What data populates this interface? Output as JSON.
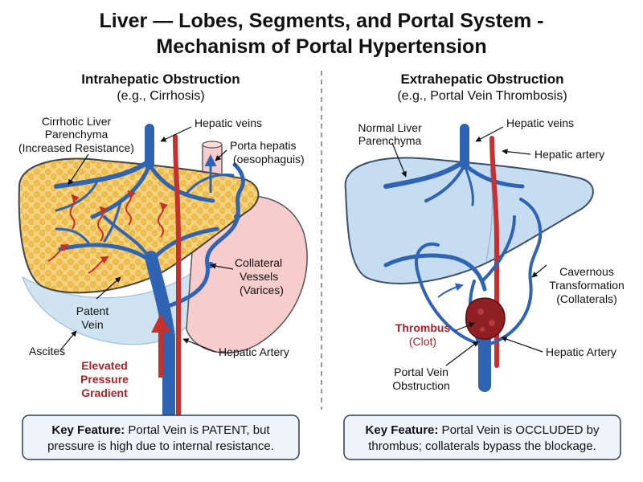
{
  "title": {
    "line1": "Liver — Lobes, Segments, and Portal System -",
    "line2": "Mechanism of Portal Hypertension"
  },
  "left_panel": {
    "heading": "Intrahepatic Obstruction",
    "subheading": "(e.g., Cirrhosis)",
    "labels": {
      "cirrhotic_1": "Cirrhotic Liver",
      "cirrhotic_2": "Parenchyma",
      "cirrhotic_3": "(Increased Resistance)",
      "hepatic_veins": "Hepatic veins",
      "porta_1": "Porta hepatis",
      "porta_2": "(oesophaguis)",
      "collateral_1": "Collateral",
      "collateral_2": "Vessels",
      "collateral_3": "(Varices)",
      "patent_1": "Patent",
      "patent_2": "Vein",
      "ascites": "Ascites",
      "elevated_1": "Elevated",
      "elevated_2": "Pressure",
      "elevated_3": "Gradient",
      "hepatic_artery": "Hepatic Artery"
    },
    "key_bold": "Key Feature:",
    "key_line1": " Portal Vein is PATENT, but",
    "key_line2": "pressure is high due to internal resistance."
  },
  "right_panel": {
    "heading": "Extrahepatic Obstruction",
    "subheading": "(e.g., Portal Vein Thrombosis)",
    "labels": {
      "normal_1": "Normal Liver",
      "normal_2": "Parenchyma",
      "hepatic_veins": "Hepatic veins",
      "hepatic_artery_top": "Hepatic artery",
      "cavernous_1": "Cavernous",
      "cavernous_2": "Transformation",
      "cavernous_3": "(Collaterals)",
      "thrombus_1": "Thrombus",
      "thrombus_2": "(Clot)",
      "pvo_1": "Portal Vein",
      "pvo_2": "Obstruction",
      "hepatic_artery": "Hepatic Artery"
    },
    "key_bold": "Key Feature:",
    "key_line1": " Portal Vein is OCCLUDED by",
    "key_line2": "thrombus; collaterals bypass the blockage."
  },
  "colors": {
    "vein": "#2f63b4",
    "artery": "#c8302e",
    "cirrhotic_liver": "#f6d37a",
    "normal_liver": "#c6dcf0",
    "stomach": "#f6cccc",
    "ascites": "#cfe3f0",
    "pressure_red": "#a8232a",
    "key_box_fill": "#eef4fa"
  }
}
